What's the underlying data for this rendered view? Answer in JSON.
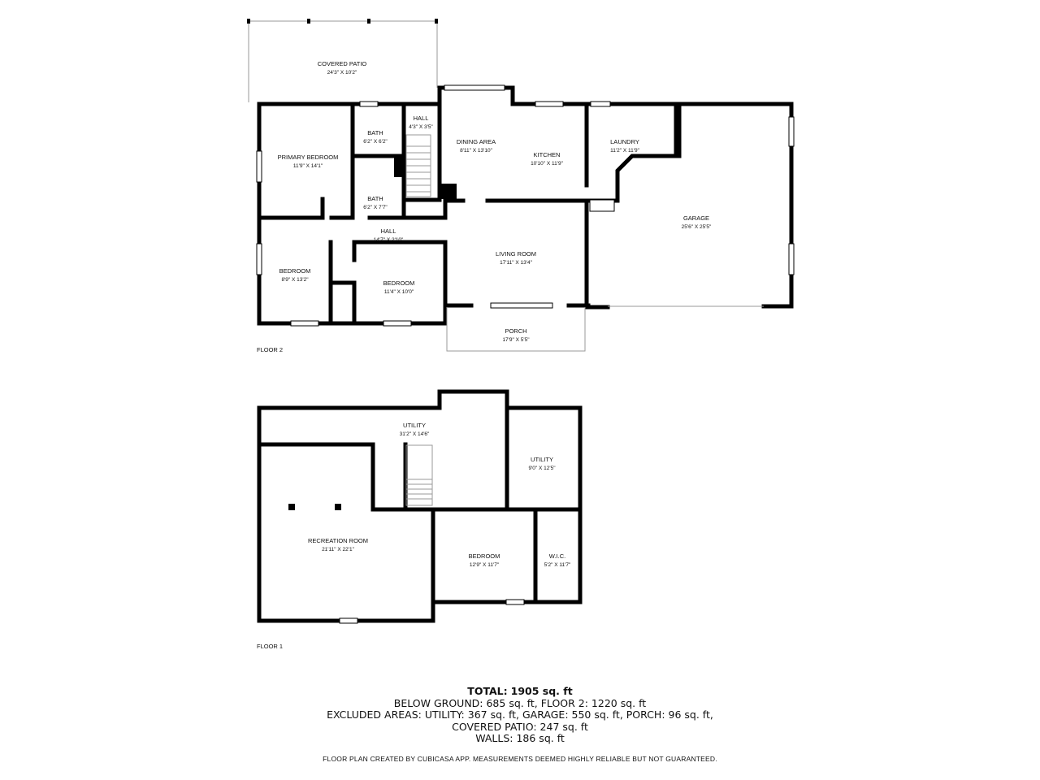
{
  "floors": [
    {
      "label": "FLOOR 2",
      "rooms": [
        {
          "name": "COVERED PATIO",
          "dims": "24'3\" X 10'2\""
        },
        {
          "name": "HALL",
          "dims": "4'3\" X 3'5\""
        },
        {
          "name": "BATH",
          "dims": "6'2\" X 6'2\""
        },
        {
          "name": "PRIMARY BEDROOM",
          "dims": "11'9\" X 14'1\""
        },
        {
          "name": "DINING AREA",
          "dims": "8'11\" X 13'10\""
        },
        {
          "name": "KITCHEN",
          "dims": "10'10\" X 11'9\""
        },
        {
          "name": "LAUNDRY",
          "dims": "11'2\" X 11'9\""
        },
        {
          "name": "BATH",
          "dims": "6'2\" X 7'7\""
        },
        {
          "name": "GARAGE",
          "dims": "25'6\" X 25'5\""
        },
        {
          "name": "HALL",
          "dims": "14'7\" X 2'10\""
        },
        {
          "name": "LIVING ROOM",
          "dims": "17'11\" X 13'4\""
        },
        {
          "name": "BEDROOM",
          "dims": "8'9\" X 13'2\""
        },
        {
          "name": "BEDROOM",
          "dims": "11'4\" X 10'0\""
        },
        {
          "name": "PORCH",
          "dims": "17'9\" X 5'5\""
        }
      ]
    },
    {
      "label": "FLOOR 1",
      "rooms": [
        {
          "name": "UTILITY",
          "dims": "31'2\" X 14'6\""
        },
        {
          "name": "UTILITY",
          "dims": "9'0\" X 12'5\""
        },
        {
          "name": "RECREATION ROOM",
          "dims": "21'11\" X 22'1\""
        },
        {
          "name": "BEDROOM",
          "dims": "12'9\" X 11'7\""
        },
        {
          "name": "W.I.C.",
          "dims": "5'2\" X 11'7\""
        }
      ]
    }
  ],
  "summary": {
    "total_label": "TOTAL:",
    "total_value": "1905 sq. ft",
    "lines": [
      "BELOW GROUND: 685 sq. ft, FLOOR 2: 1220 sq. ft",
      "EXCLUDED AREAS: UTILITY: 367 sq. ft, GARAGE: 550 sq. ft, PORCH: 96 sq. ft,",
      "COVERED PATIO: 247 sq. ft",
      "WALLS: 186 sq. ft"
    ]
  },
  "disclaimer": "FLOOR PLAN CREATED BY CUBICASA APP. MEASUREMENTS DEEMED HIGHLY RELIABLE BUT NOT GUARANTEED."
}
